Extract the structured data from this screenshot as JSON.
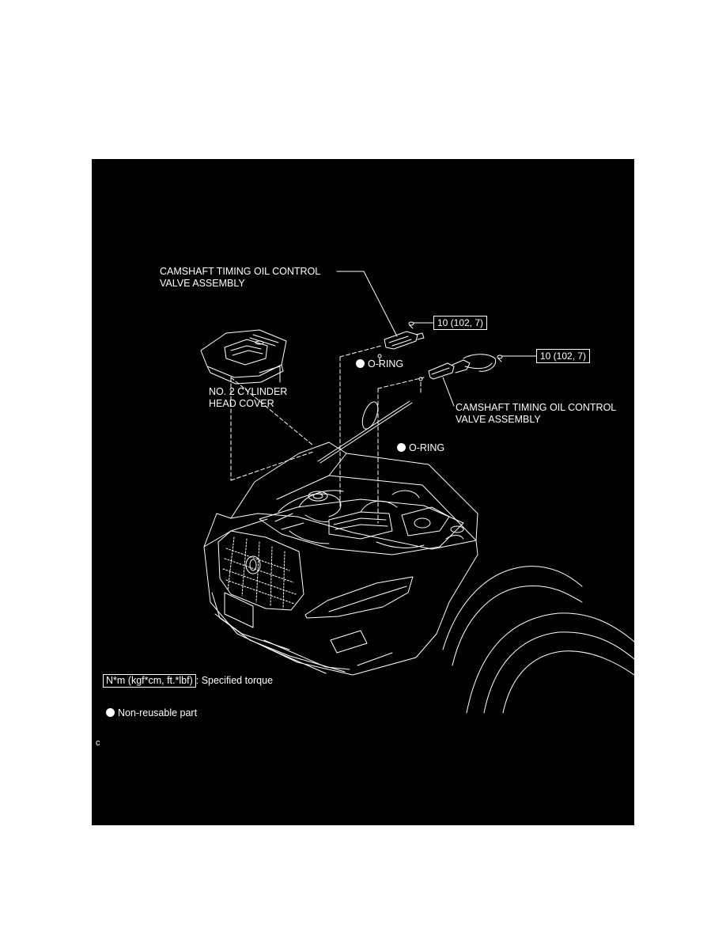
{
  "colors": {
    "background": "#000000",
    "page": "#ffffff",
    "line": "#ffffff"
  },
  "labels": {
    "ocv_top_line1": "CAMSHAFT TIMING OIL CONTROL",
    "ocv_top_line2": "VALVE ASSEMBLY",
    "ocv_right_line1": "CAMSHAFT TIMING OIL CONTROL",
    "ocv_right_line2": "VALVE ASSEMBLY",
    "head_cover_line1": "NO. 2 CYLINDER",
    "head_cover_line2": "HEAD COVER",
    "oring_upper": "O-RING",
    "oring_lower": "O-RING"
  },
  "torque": {
    "upper": "10 (102, 7)",
    "right": "10 (102, 7)"
  },
  "legend": {
    "torque_unit": "N*m (kgf*cm, ft.*lbf)",
    "torque_desc": ": Specified torque",
    "nonreusable": "Non-reusable part"
  },
  "figure_code": "c"
}
